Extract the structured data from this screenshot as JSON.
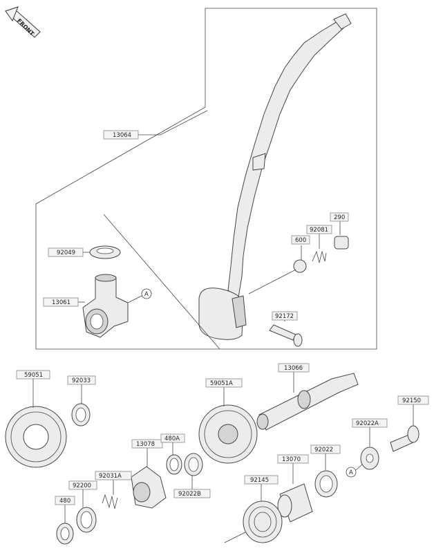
{
  "front_label": "FRONT",
  "ref_marker": "A",
  "labels": {
    "p13064": "13064",
    "p92049": "92049",
    "p13061": "13061",
    "p290": "290",
    "p92081": "92081",
    "p600": "600",
    "p92172": "92172",
    "p13066": "13066",
    "p59051": "59051",
    "p92033": "92033",
    "p59051A": "59051A",
    "p92150": "92150",
    "p92022A": "92022A",
    "p13078": "13078",
    "p480A": "480A",
    "p92022": "92022",
    "p13070": "13070",
    "p92031A": "92031A",
    "p92200": "92200",
    "p92022B": "92022B",
    "p92145": "92145",
    "p480": "480"
  }
}
